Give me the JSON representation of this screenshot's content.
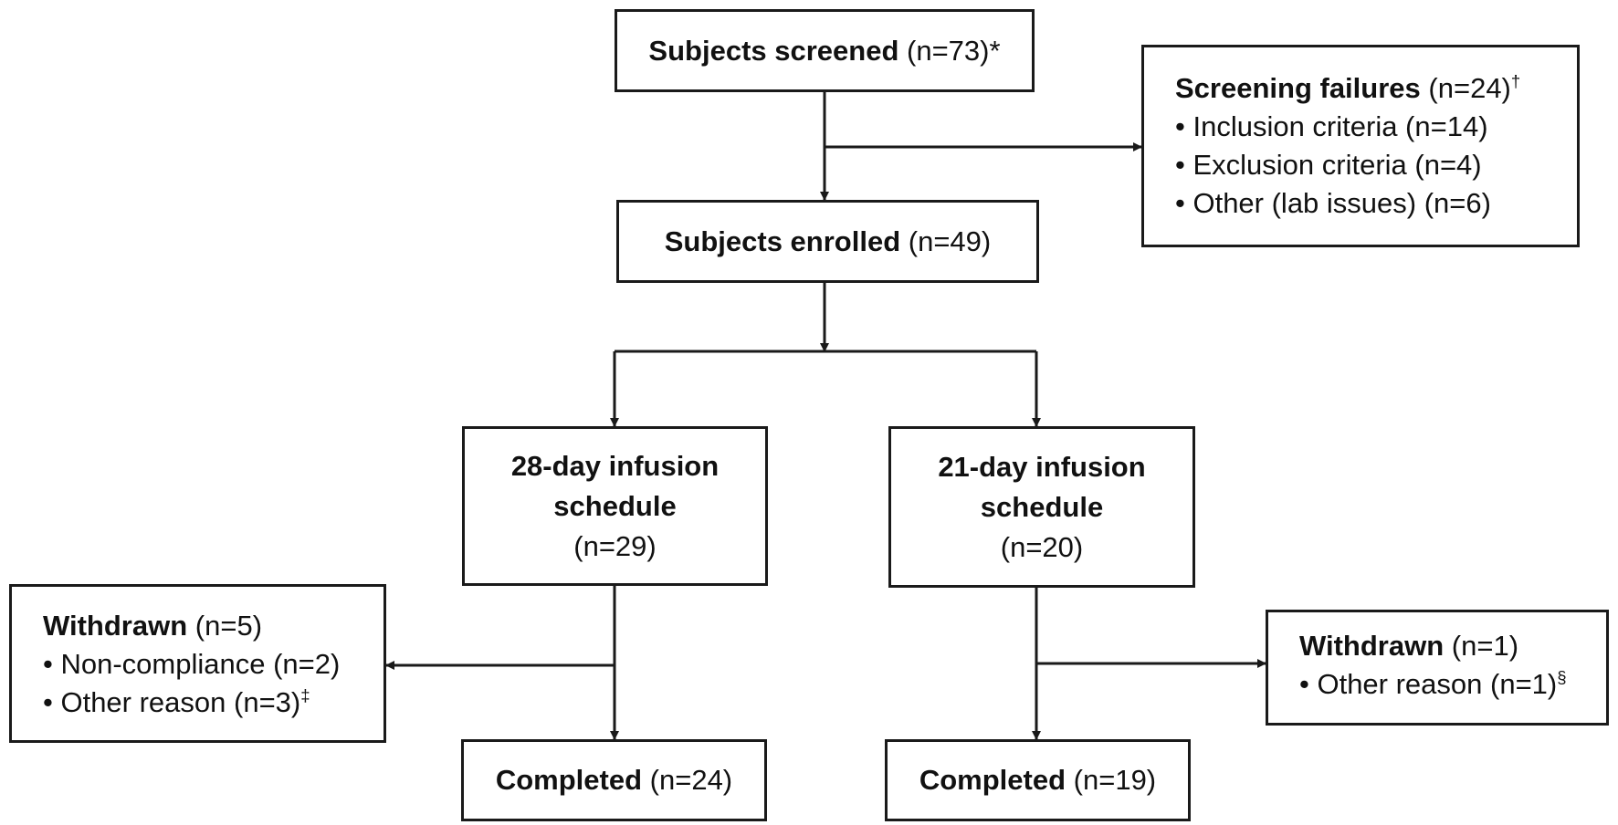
{
  "screened": {
    "title": "Subjects screened",
    "count": "(n=73)",
    "mark": "*"
  },
  "screening_failures": {
    "title": "Screening failures",
    "count": "(n=24)",
    "mark": "†",
    "items": [
      "• Inclusion criteria (n=14)",
      "• Exclusion criteria (n=4)",
      "• Other (lab issues) (n=6)"
    ]
  },
  "enrolled": {
    "title": "Subjects enrolled",
    "count": "(n=49)"
  },
  "arm_28": {
    "title_line1": "28-day infusion",
    "title_line2": "schedule",
    "count": "(n=29)"
  },
  "arm_21": {
    "title_line1": "21-day infusion",
    "title_line2": "schedule",
    "count": "(n=20)"
  },
  "withdrawn_28": {
    "title": "Withdrawn",
    "count": "(n=5)",
    "items": [
      "• Non-compliance (n=2)",
      "• Other reason (n=3)"
    ],
    "mark": "‡"
  },
  "withdrawn_21": {
    "title": "Withdrawn",
    "count": "(n=1)",
    "items": [
      "• Other reason (n=1)"
    ],
    "mark": "§"
  },
  "completed_28": {
    "title": "Completed",
    "count": "(n=24)"
  },
  "completed_21": {
    "title": "Completed",
    "count": "(n=19)"
  },
  "colors": {
    "line": "#1a1a1a",
    "box_border": "#1a1a1a",
    "background": "#ffffff"
  }
}
